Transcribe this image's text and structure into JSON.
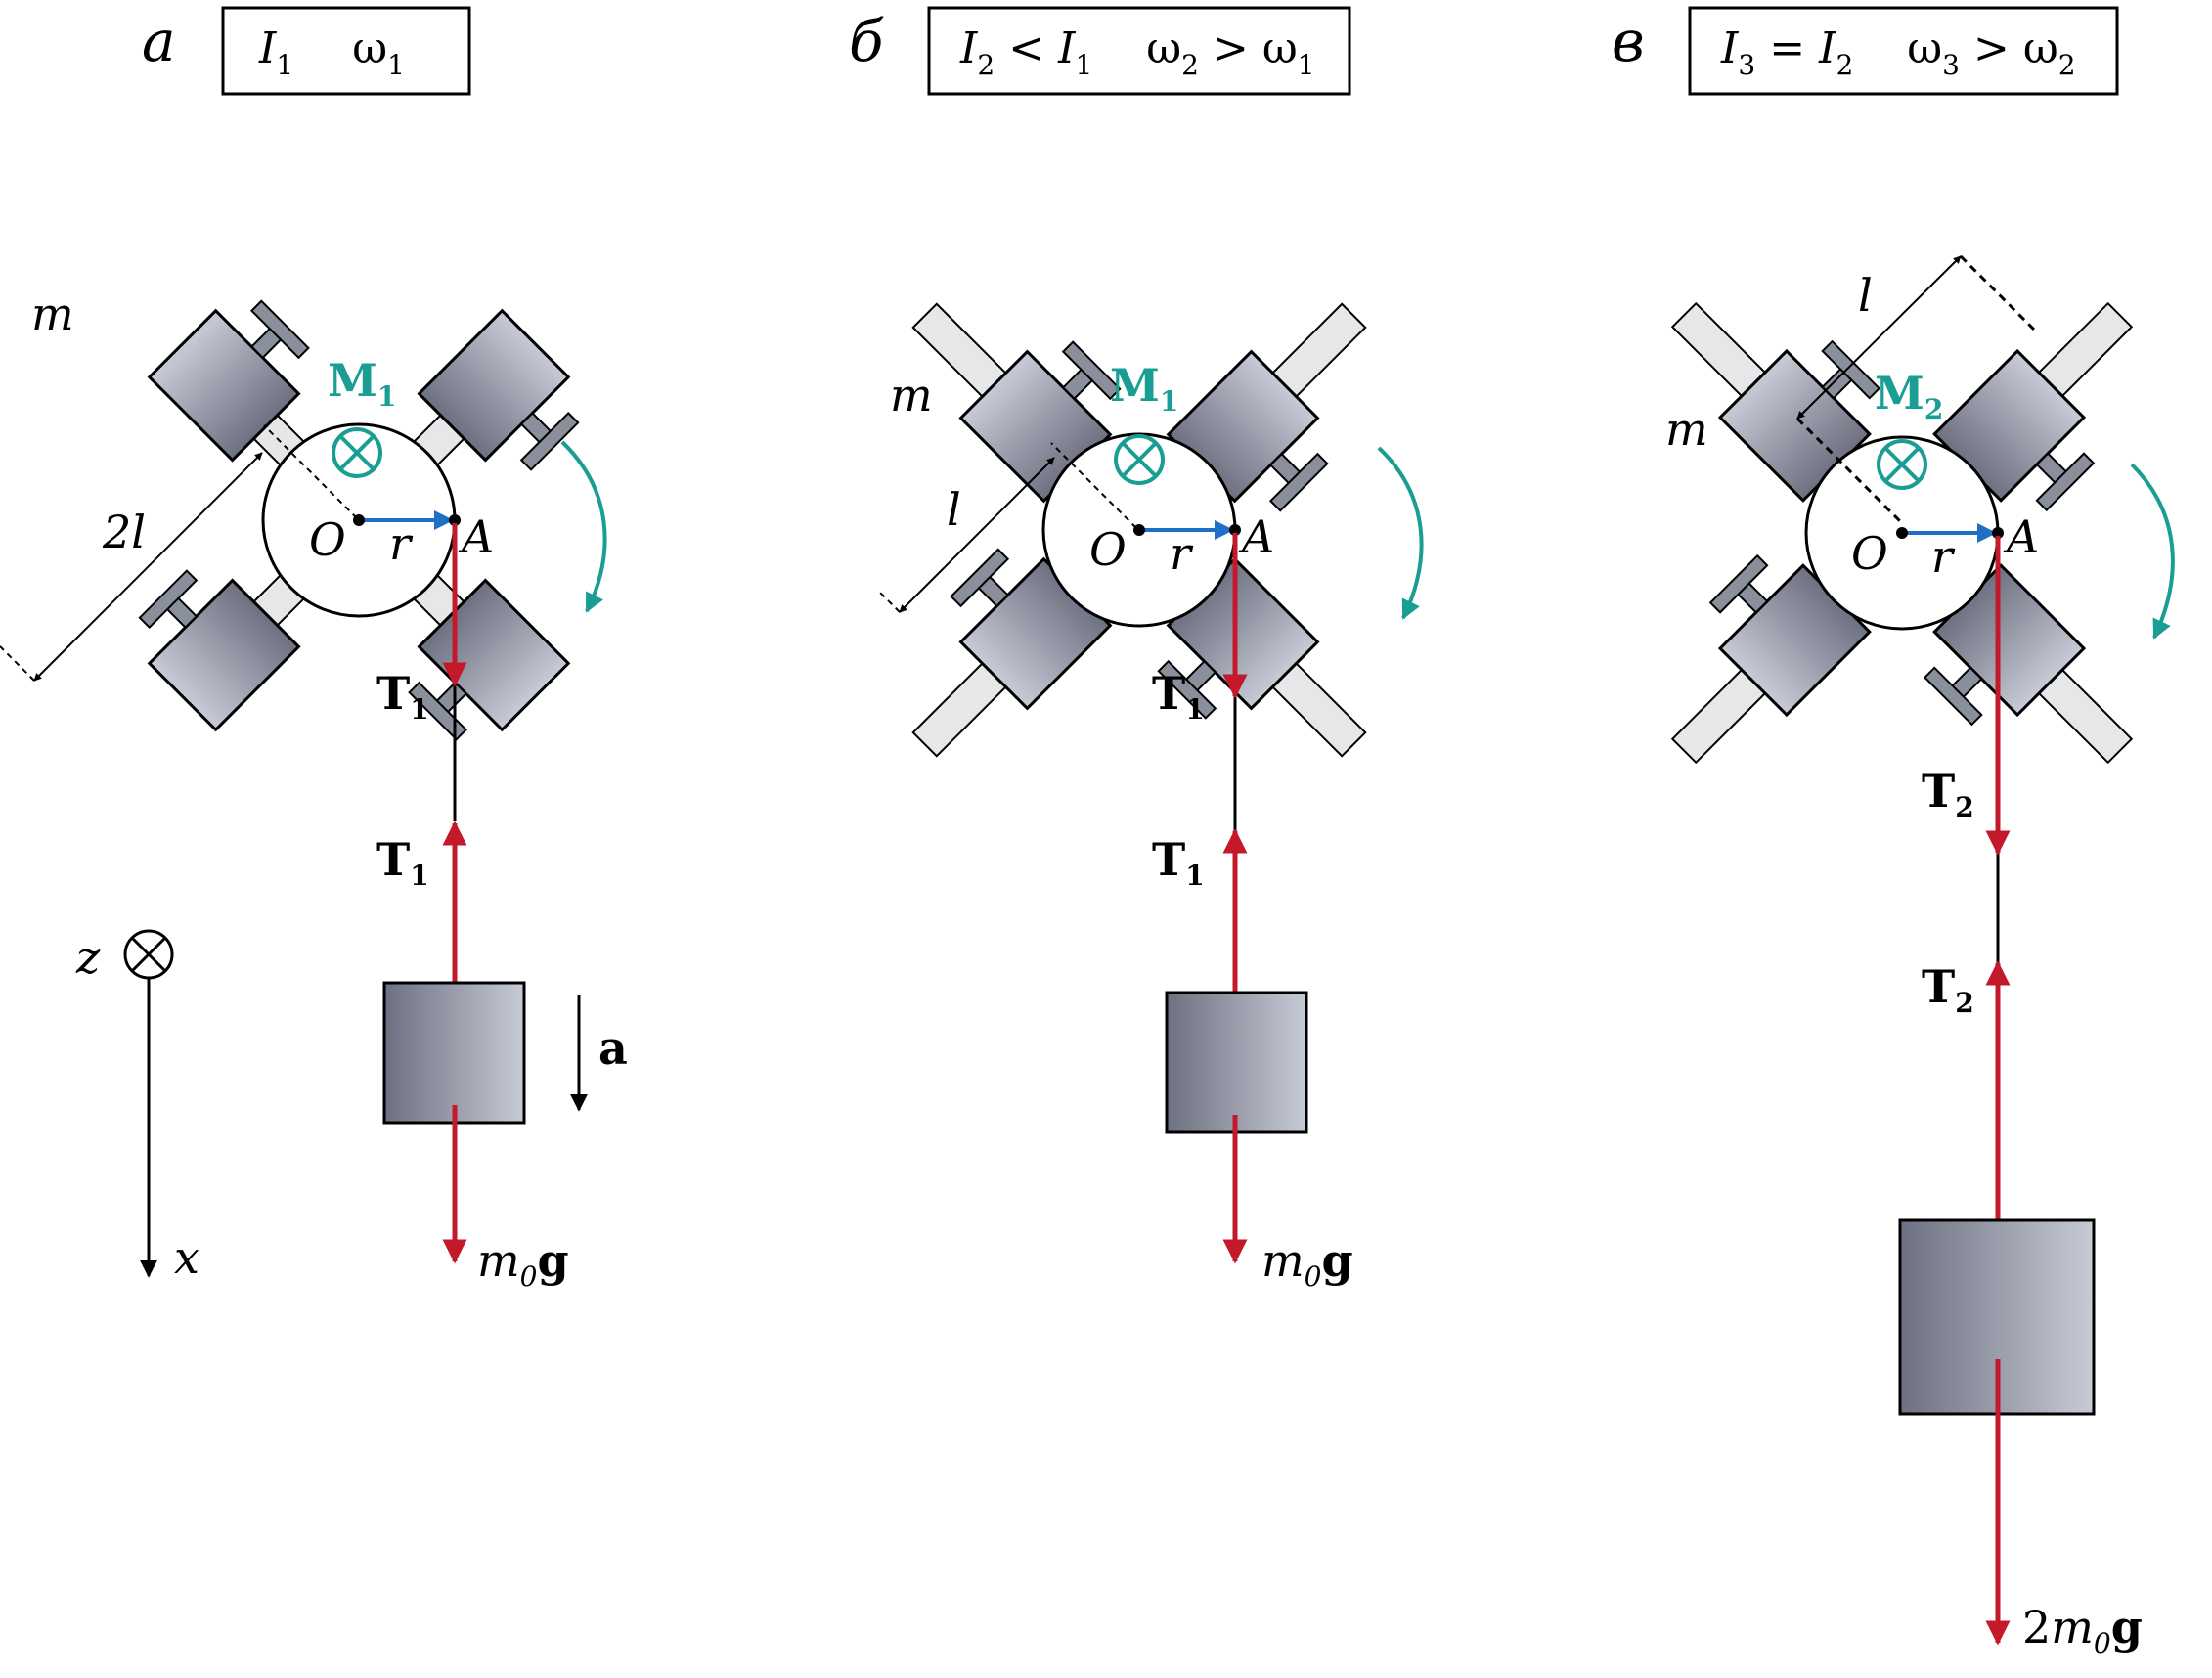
{
  "panels": [
    {
      "letter": "а",
      "condition": {
        "I": "I",
        "I_sub": "1",
        "w": "ω",
        "w_sub": "1"
      },
      "labels": {
        "mass": "m",
        "distance": "2l",
        "moment": "M",
        "moment_sub": "1",
        "origin": "O",
        "radius": "r",
        "point": "A",
        "tension_upper": "T",
        "tension_upper_sub": "1",
        "tension_lower": "T",
        "tension_lower_sub": "1",
        "accel": "a",
        "weight_pre": "m",
        "weight_sub": "0",
        "weight_g": "g"
      }
    },
    {
      "letter": "б",
      "condition": {
        "I": "I",
        "I_sub": "2",
        "rel1": " < ",
        "I_b": "I",
        "I_b_sub": "1",
        "w": "ω",
        "w_sub": "2",
        "rel2": " > ",
        "w_b": "ω",
        "w_b_sub": "1"
      },
      "labels": {
        "mass": "m",
        "distance": "l",
        "moment": "M",
        "moment_sub": "1",
        "origin": "O",
        "radius": "r",
        "point": "A",
        "tension_upper": "T",
        "tension_upper_sub": "1",
        "tension_lower": "T",
        "tension_lower_sub": "1",
        "weight_pre": "m",
        "weight_sub": "0",
        "weight_g": "g"
      }
    },
    {
      "letter": "в",
      "condition": {
        "I": "I",
        "I_sub": "3",
        "rel1": " = ",
        "I_b": "I",
        "I_b_sub": "2",
        "w": "ω",
        "w_sub": "3",
        "rel2": " > ",
        "w_b": "ω",
        "w_b_sub": "2"
      },
      "labels": {
        "mass": "m",
        "distance": "l",
        "moment": "M",
        "moment_sub": "2",
        "origin": "O",
        "radius": "r",
        "point": "A",
        "tension_upper": "T",
        "tension_upper_sub": "2",
        "tension_lower": "T",
        "tension_lower_sub": "2",
        "weight_coef": "2",
        "weight_pre": "m",
        "weight_sub": "0",
        "weight_g": "g"
      }
    }
  ],
  "axes": {
    "z_label": "z",
    "x_label": "x"
  },
  "colors": {
    "force": "#c4182b",
    "radius_arrow": "#1f6fc7",
    "rotation": "#1a9e93",
    "moment_label": "#1a9e93",
    "rod_fill": "#e6e7e9",
    "weight_dark": "#6c7080",
    "weight_light": "#c7cbd6"
  }
}
